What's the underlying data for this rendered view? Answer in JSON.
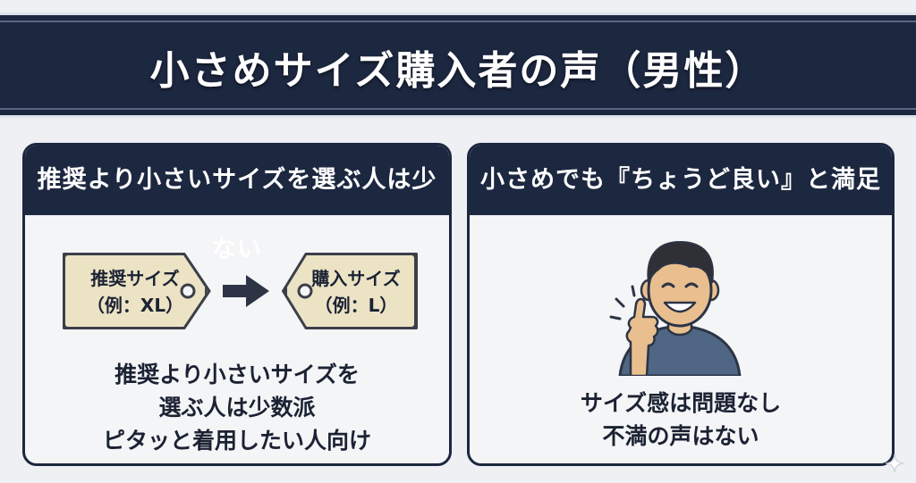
{
  "banner": {
    "title": "小さめサイズ購入者の声（男性）"
  },
  "left_panel": {
    "heading": "推奨より小さいサイズを選ぶ人は少ない",
    "tag_recommended": {
      "line1": "推奨サイズ",
      "line2": "（例：XL）"
    },
    "tag_purchased": {
      "line1": "購入サイズ",
      "line2": "（例：L）"
    },
    "body": [
      "推奨より小さいサイズを",
      "選ぶ人は少数派",
      "ピタッと着用したい人向け"
    ]
  },
  "right_panel": {
    "heading": "小さめでも『ちょうど良い』と満足",
    "body": [
      "サイズ感は問題なし",
      "不満の声はない"
    ]
  },
  "colors": {
    "navy": "#1c2740",
    "tag_fill": "#ece3c5",
    "shirt": "#4f6785",
    "skin": "#e9bf8f"
  },
  "icons": [
    "arrow-right-icon",
    "smiling-man-thumbs-up-icon",
    "sparkle-icon"
  ]
}
